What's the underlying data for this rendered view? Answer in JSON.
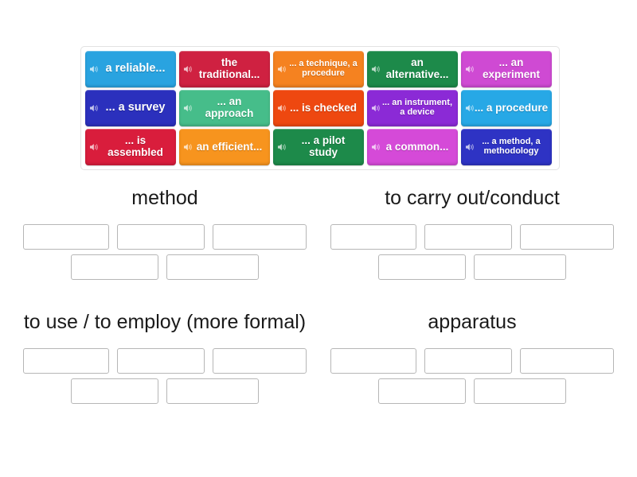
{
  "activity": {
    "type": "group-sort",
    "icon_name": "speaker-icon"
  },
  "tray": {
    "rows": [
      [
        {
          "text": "a reliable...",
          "color": "#29a3e0",
          "size": "lg",
          "icon": "speaker-icon"
        },
        {
          "text": "the traditional...",
          "color": "#cf2141",
          "size": "md",
          "icon": "speaker-icon"
        },
        {
          "text": "... a technique, a procedure",
          "color": "#f58220",
          "size": "sm",
          "icon": "speaker-icon"
        },
        {
          "text": "an alternative...",
          "color": "#1d8a4a",
          "size": "md",
          "icon": "speaker-icon"
        },
        {
          "text": "... an experiment",
          "color": "#cf4ad3",
          "size": "md",
          "icon": "speaker-icon"
        }
      ],
      [
        {
          "text": "... a survey",
          "color": "#2b30bd",
          "size": "lg",
          "icon": "speaker-icon"
        },
        {
          "text": "... an approach",
          "color": "#46bd8a",
          "size": "md",
          "icon": "speaker-icon"
        },
        {
          "text": "... is checked",
          "color": "#ee4810",
          "size": "md",
          "icon": "speaker-icon"
        },
        {
          "text": "... an instrument, a device",
          "color": "#8b2ad6",
          "size": "sm",
          "icon": "speaker-icon"
        },
        {
          "text": "... a procedure",
          "color": "#27a8e6",
          "size": "md",
          "icon": "speaker-icon"
        }
      ],
      [
        {
          "text": "... is assembled",
          "color": "#d91d3c",
          "size": "md",
          "icon": "speaker-icon"
        },
        {
          "text": "an efficient...",
          "color": "#f7941e",
          "size": "md",
          "icon": "speaker-icon"
        },
        {
          "text": "... a pilot study",
          "color": "#1d8a4a",
          "size": "md",
          "icon": "speaker-icon"
        },
        {
          "text": "a common...",
          "color": "#d54ad8",
          "size": "md",
          "icon": "speaker-icon"
        },
        {
          "text": "... a method, a methodology",
          "color": "#2e33c4",
          "size": "sm",
          "icon": "speaker-icon"
        }
      ]
    ]
  },
  "groups": [
    {
      "title": "method",
      "slot_rows": [
        [
          "w1",
          "w2",
          "w3"
        ],
        [
          "w4",
          "w5"
        ]
      ]
    },
    {
      "title": "to carry out/conduct",
      "slot_rows": [
        [
          "w1",
          "w2",
          "w3"
        ],
        [
          "w4",
          "w5"
        ]
      ]
    },
    {
      "title": "to use / to employ (more formal)",
      "slot_rows": [
        [
          "w1",
          "w2",
          "w3"
        ],
        [
          "w4",
          "w5"
        ]
      ]
    },
    {
      "title": "apparatus",
      "slot_rows": [
        [
          "w1",
          "w2",
          "w3"
        ],
        [
          "w4",
          "w5"
        ]
      ]
    }
  ]
}
